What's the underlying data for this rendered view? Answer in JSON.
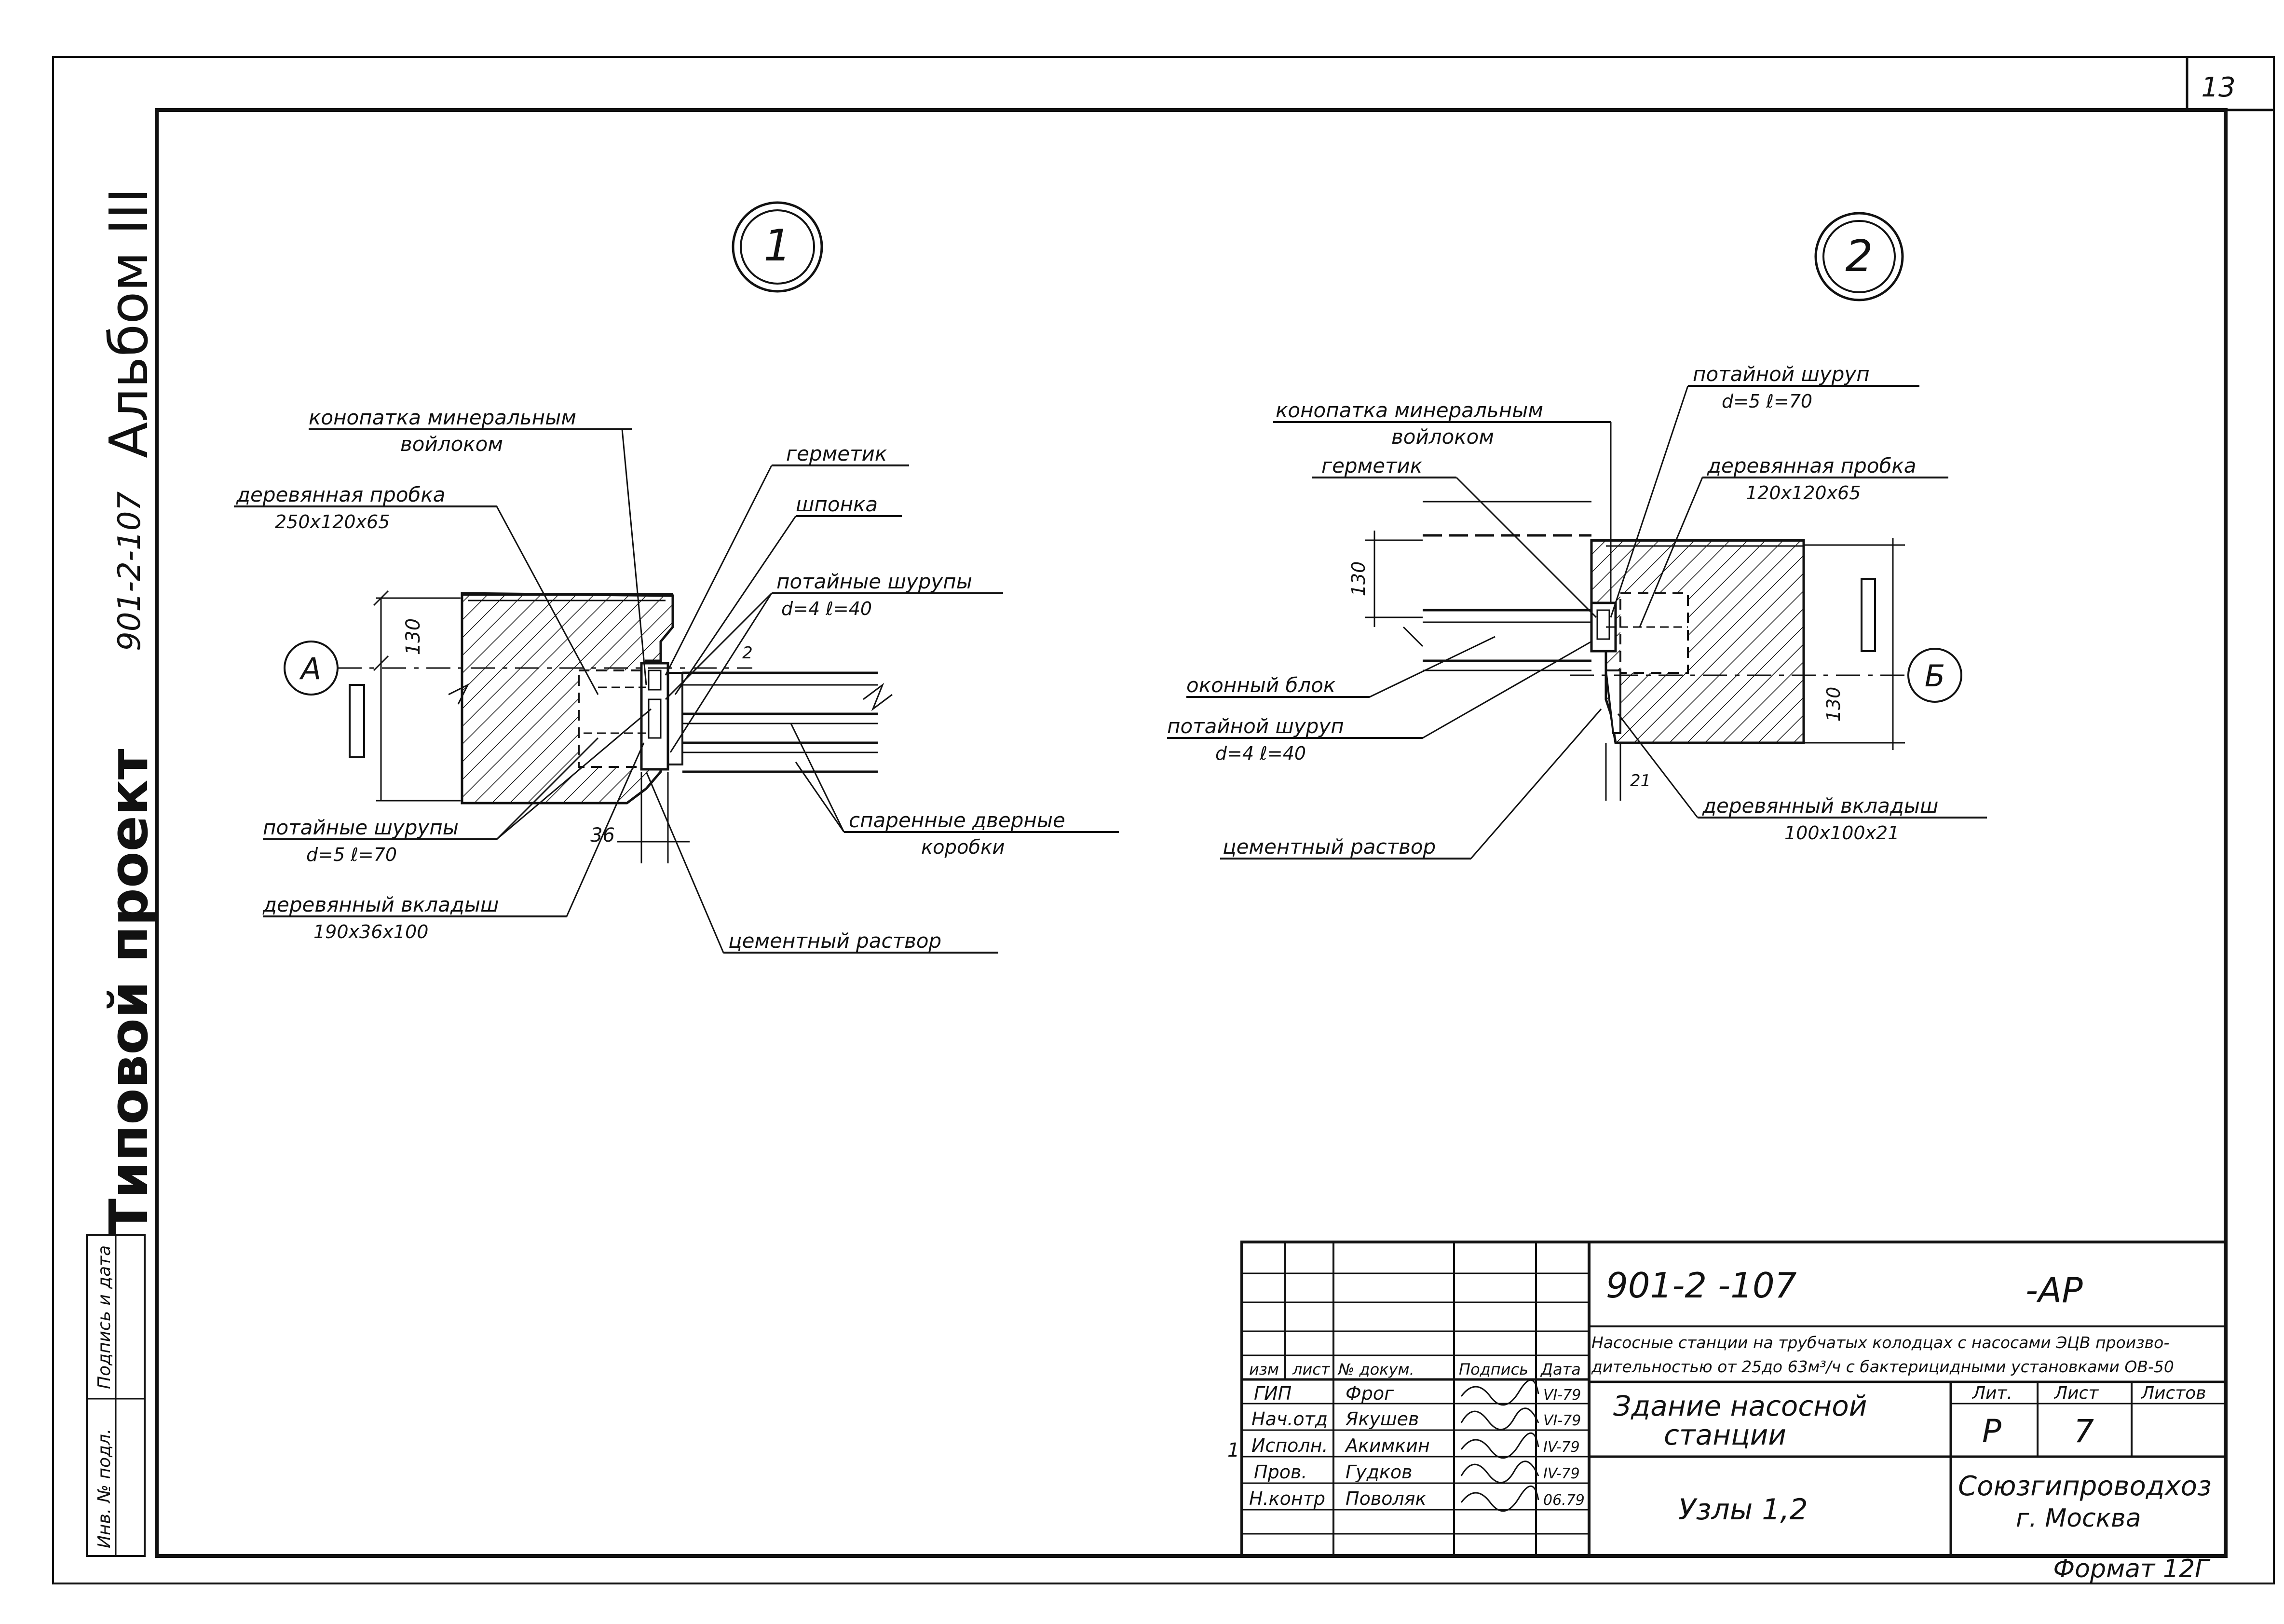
{
  "sheet": {
    "page_number": "13",
    "format": "Формат 12Г",
    "side_title": "Типовой проект",
    "side_code": "901-2-107",
    "side_album": "Альбом III",
    "side_stamp_inv": "Инв. № подл.",
    "side_stamp_sign": "Подпись и дата"
  },
  "node1": {
    "marker": "1",
    "axis": "А",
    "labels": {
      "caulk": "конопатка минеральным",
      "caulk2": "войлоком",
      "plug": "деревянная пробка",
      "plug_size": "250х120х65",
      "sealant": "герметик",
      "key": "шпонка",
      "screws_top": "потайные шурупы",
      "screws_top_size": "d=4  ℓ=40",
      "screws_bot": "потайные шурупы",
      "screws_bot_size": "d=5  ℓ=70",
      "insert": "деревянный  вкладыш",
      "insert_size": "190х36х100",
      "frames": "спаренные дверные",
      "frames2": "коробки",
      "mortar": "цементный  раствор"
    },
    "dims": {
      "d130": "130",
      "d36": "36",
      "d2": "2"
    }
  },
  "node2": {
    "marker": "2",
    "axis": "Б",
    "labels": {
      "screw_top": "потайной  шуруп",
      "screw_top_size": "d=5  ℓ=70",
      "caulk": "конопатка  минеральным",
      "caulk2": "войлоком",
      "plug": "деревянная пробка",
      "plug_size": "120х120х65",
      "sealant": "герметик",
      "window": "оконный  блок",
      "screw_bot": "потайной  шуруп",
      "screw_bot_size": "d=4  ℓ=40",
      "insert": "деревянный   вкладыш",
      "insert_size": "100х100х21",
      "mortar": "цементный  раствор"
    },
    "dims": {
      "d130a": "130",
      "d130b": "130",
      "d21": "21"
    }
  },
  "title_block": {
    "doc_code": "901-2 -107",
    "doc_suffix": "-АР",
    "project_line1": "Насосные станции на трубчатых колодцах с насосами ЭЦВ произво-",
    "project_line2": "дительностью от 25до 63м³/ч с бактерицидными установками ОВ-50",
    "headers": {
      "izm": "изм",
      "list": "лист",
      "doc_no": "№ докум.",
      "sign": "Подпись",
      "date": "Дата"
    },
    "rows": [
      {
        "role": "ГИП",
        "name": "Фрог",
        "date": "VI-79"
      },
      {
        "role": "Нач.отд",
        "name": "Якушев",
        "date": "VI-79"
      },
      {
        "role": "Исполн.",
        "name": "Акимкин",
        "date": "IV-79"
      },
      {
        "role": "Пров.",
        "name": "Гудков",
        "date": "IV-79"
      },
      {
        "role": "Н.контр",
        "name": "Поволяк",
        "date": "06.79"
      }
    ],
    "izm_mark": "1",
    "building": "Здание  насосной",
    "building2": "станции",
    "sheet_title": "Узлы  1,2",
    "lit_label": "Лит.",
    "list_label": "Лист",
    "lists_label": "Листов",
    "lit_value": "Р",
    "list_value": "7",
    "org": "Союзгипроводхоз",
    "city": "г. Москва"
  }
}
